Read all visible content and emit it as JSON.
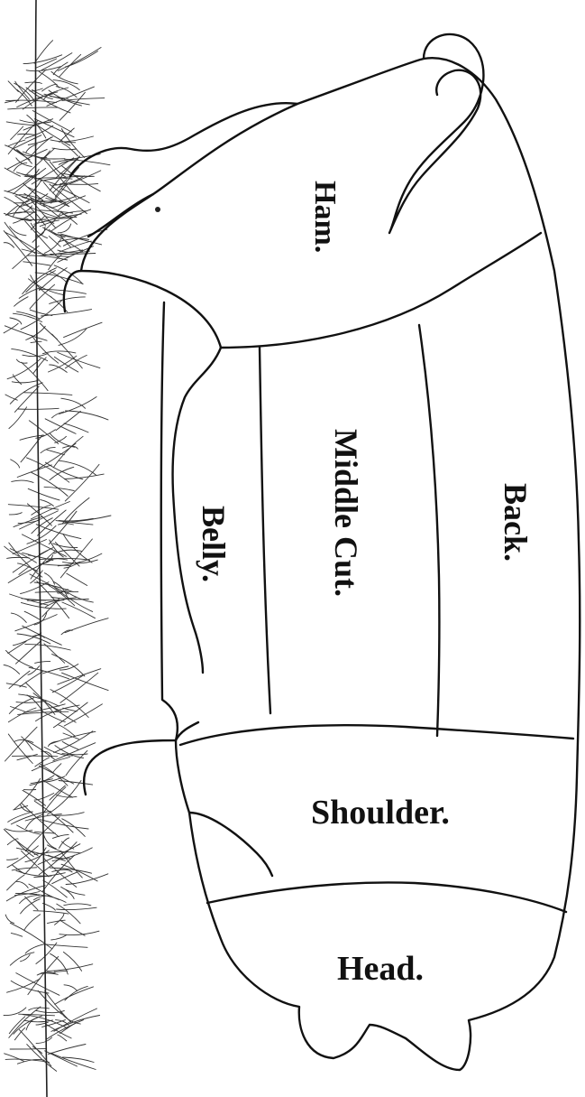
{
  "diagram": {
    "cuts": [
      {
        "id": "ham",
        "label": "Ham."
      },
      {
        "id": "back",
        "label": "Back."
      },
      {
        "id": "middle-cut",
        "label": "Middle Cut."
      },
      {
        "id": "belly",
        "label": "Belly."
      },
      {
        "id": "shoulder",
        "label": "Shoulder."
      },
      {
        "id": "head",
        "label": "Head."
      }
    ]
  },
  "colors": {
    "ink": "#111111",
    "paper": "#ffffff"
  }
}
